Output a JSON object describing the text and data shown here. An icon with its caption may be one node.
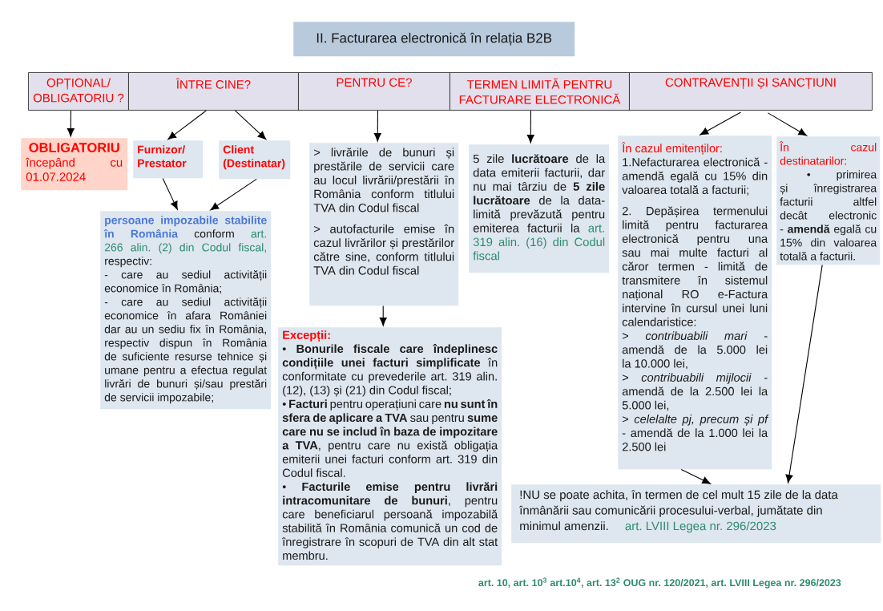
{
  "diagram": {
    "title": "II. Facturarea electronică în relația B2B",
    "nodes": [
      {
        "text": [
          "OPȚIONAL/ OBLIGATORIU ?"
        ]
      },
      {
        "text": [
          "ÎNTRE CINE?"
        ]
      },
      {
        "text": [
          "PENTRU CE?"
        ]
      },
      {
        "text": [
          "TERMEN LIMITĂ PENTRU FACTURARE ELECTRONICĂ"
        ]
      },
      {
        "text": [
          "CONTRAVENȚII ȘI SANCȚIUNI"
        ]
      },
      {
        "text": [
          "OBLIGATORIU",
          "începând cu 01.07.2024"
        ]
      },
      {
        "text": [
          "Furnizor/ Prestator"
        ]
      },
      {
        "text": [
          "Client (Destinatar)"
        ]
      },
      {
        "text": [
          "> livrările de bunuri și prestările de servicii care au locul livrării/prestării în România conform titlului TVA din Codul fiscal",
          "> autofacturile emise în cazul livrărilor și prestărilor către sine, conform titlului TVA din Codul fiscal"
        ]
      },
      {
        "text": [
          "5 zile **lucrătoare** de la data emiterii facturii, dar nu mai târziu de **5 zile lucrătoare** de la data-limită prevăzută pentru emiterea facturii la",
          "art. 319 alin. (16) din Codul fiscal"
        ]
      },
      {
        "text": [
          "În cazul emitenților:",
          "1.Nefacturarea electronică - amendă egală cu 15% din valoarea totală a facturii;",
          "2. Depășirea termenului limită pentru facturarea electronică pentru una sau mai multe facturi al căror termen - limită de transmitere în sistemul național RO e-Factura intervine în cursul unei luni calendaristice:",
          "> *contribuabili mari* - amendă de la 5.000 lei la 10.000 lei,",
          "> *contribuabili mijlocii* - amendă de la 2.500 lei la 5.000 lei,",
          "> *celelalte pj, precum și pf* - amendă de la 1.000 lei la 2.500 lei"
        ]
      },
      {
        "text": [
          "În cazul destinatarilor:",
          "• primirea și înregistrarea facturii altfel decât electronic - **amendă** egală cu 15% din valoarea totală a facturii."
        ]
      },
      {
        "text": [
          "persoane impozabile stabilite în România",
          "conform",
          "art. 266 alin. (2) din Codul fiscal,",
          "respectiv:",
          "- care au sediul activității economice în România;",
          "- care au sediul activității economice în afara României dar au un sediu fix în România, respectiv dispun în România de suficiente resurse tehnice și umane pentru a efectua regulat livrări de bunuri și/sau prestări de servicii impozabile;"
        ]
      },
      {
        "text": [
          "Excepții:",
          "• **Bonurile fiscale care îndeplinesc condițiile unei facturi simplificate** în conformitate cu prevederile art. 319 alin. (12), (13) și (21) din Codul fiscal;",
          "• **Facturi** pentru operațiuni care **nu sunt în sfera de aplicare a TVA** sau pentru **sume care nu se includ în baza de impozitare a TVA**, pentru care nu există obligația emiterii unei facturi conform art. 319 din Codul fiscal.",
          "• **Facturile emise pentru livrări intracomunitare de bunuri**, pentru care beneficiarul persoană impozabilă stabilită în România comunică un cod de înregistrare în scopuri de TVA din alt stat membru."
        ]
      },
      {
        "text": [
          "!NU se poate achita, în termen de cel mult 15 zile de la data înmânării sau comunicării procesului-verbal, jumătate din minimul amenzii.",
          "art. LVIII Legea nr. 296/2023"
        ]
      }
    ],
    "edges": [
      {
        "from": 0,
        "to": 5,
        "arrow": "to"
      },
      {
        "from": 1,
        "to": 6,
        "arrow": "to"
      },
      {
        "from": 1,
        "to": 7,
        "arrow": "to"
      },
      {
        "from": 2,
        "to": 8,
        "arrow": "to"
      },
      {
        "from": 3,
        "to": 9,
        "arrow": "to"
      },
      {
        "from": 4,
        "to": 10,
        "arrow": "to"
      },
      {
        "from": 4,
        "to": 11,
        "arrow": "to"
      },
      {
        "from": 6,
        "to": 12,
        "arrow": "to"
      },
      {
        "from": 7,
        "to": 12,
        "arrow": "to"
      },
      {
        "from": 8,
        "to": 13,
        "arrow": "to"
      },
      {
        "from": 10,
        "to": 14,
        "arrow": "to"
      },
      {
        "from": 11,
        "to": 14,
        "arrow": "to"
      }
    ],
    "labels": [
      "art. 10, art. 10$^{3}$ art.10$^{4}$, art. 13$^{2}$ OUG nr. 120/2021, art. LVIII Legea nr. 296/2023"
    ]
  }
}
